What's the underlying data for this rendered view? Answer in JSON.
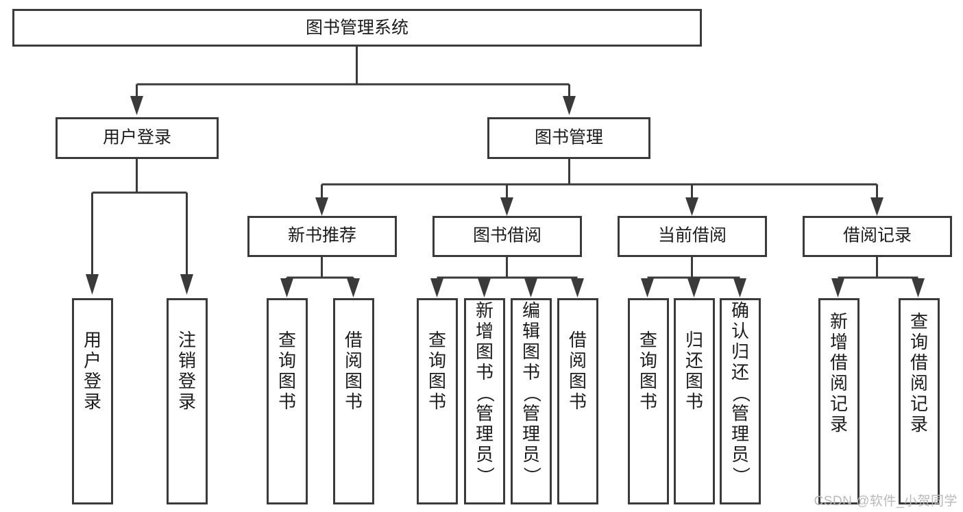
{
  "diagram": {
    "type": "tree-hierarchy-chart",
    "title": "图书管理系统",
    "watermark": "CSDN @软件_小贺同学",
    "colors": {
      "box_stroke": "#3a3a3a",
      "box_fill": "#ffffff",
      "text": "#1c1c1c",
      "connector": "#3a3a3a",
      "watermark": "#b9b9b9",
      "background": "#ffffff"
    },
    "root": {
      "label": "图书管理系统",
      "orientation": "horizontal"
    },
    "level2": [
      {
        "label": "用户登录",
        "orientation": "horizontal"
      },
      {
        "label": "图书管理",
        "orientation": "horizontal"
      }
    ],
    "level3": [
      {
        "label": "新书推荐",
        "orientation": "horizontal"
      },
      {
        "label": "图书借阅",
        "orientation": "horizontal"
      },
      {
        "label": "当前借阅",
        "orientation": "horizontal"
      },
      {
        "label": "借阅记录",
        "orientation": "horizontal"
      }
    ],
    "leaves": {
      "user_login": [
        {
          "label": "用户登录",
          "orientation": "vertical"
        },
        {
          "label": "注销登录",
          "orientation": "vertical"
        }
      ],
      "new_book_recommend": [
        {
          "label": "查询图书",
          "orientation": "vertical"
        },
        {
          "label": "借阅图书",
          "orientation": "vertical"
        }
      ],
      "book_borrow": [
        {
          "label": "查询图书",
          "orientation": "vertical"
        },
        {
          "label": "新增图书（管理员）",
          "orientation": "vertical"
        },
        {
          "label": "编辑图书（管理员）",
          "orientation": "vertical"
        },
        {
          "label": "借阅图书",
          "orientation": "vertical"
        }
      ],
      "current_borrow": [
        {
          "label": "查询图书",
          "orientation": "vertical"
        },
        {
          "label": "归还图书",
          "orientation": "vertical"
        },
        {
          "label": "确认归还（管理员）",
          "orientation": "vertical"
        }
      ],
      "borrow_record": [
        {
          "label": "新增借阅记录",
          "orientation": "vertical"
        },
        {
          "label": "查询借阅记录",
          "orientation": "vertical"
        }
      ]
    }
  }
}
